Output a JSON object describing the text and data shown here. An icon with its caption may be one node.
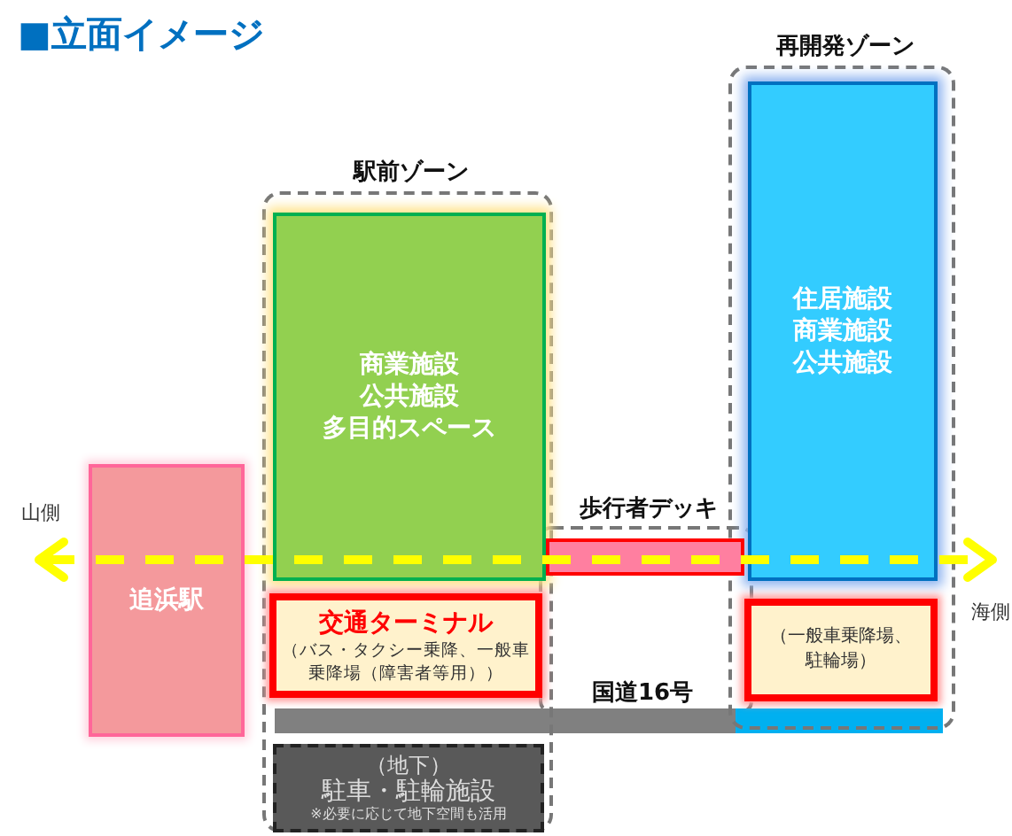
{
  "diagram": {
    "title": "■立面イメージ",
    "nodes": [
      {
        "text": [
          "駅前ゾーン"
        ]
      },
      {
        "text": [
          "商業施設",
          "公共施設",
          "多目的スペース"
        ],
        "in": 0
      },
      {
        "text": [
          "交通ターミナル",
          "（バス・タクシー乗降、一般車乗降場（障害者等用））"
        ],
        "in": 0
      },
      {
        "text": [
          "（地下）",
          "駐車・駐輪施設",
          "※必要に応じて地下空間も活用"
        ],
        "in": 0
      },
      {
        "text": [
          "再開発ゾーン"
        ]
      },
      {
        "text": [
          "住居施設",
          "商業施設",
          "公共施設"
        ],
        "in": 4
      },
      {
        "text": [
          "（一般車乗降場、駐輪場）"
        ],
        "in": 4
      },
      {
        "text": [
          "追浜駅"
        ]
      },
      {
        "text": [
          "歩行者デッキ"
        ]
      }
    ],
    "edges": [],
    "labels": [
      "山側",
      "海側",
      "国道16号"
    ]
  }
}
